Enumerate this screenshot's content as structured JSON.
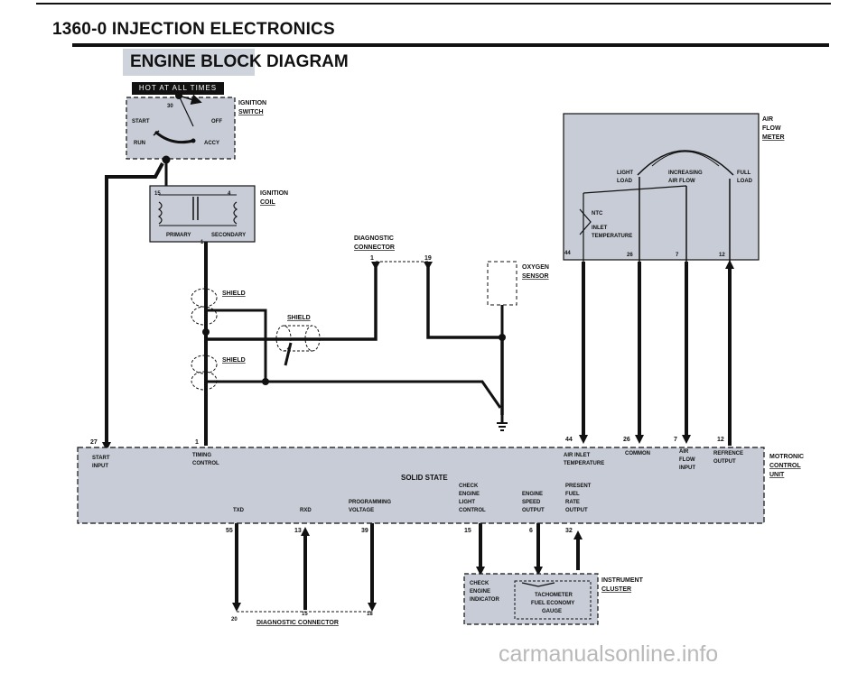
{
  "header": {
    "title": "1360-0 INJECTION ELECTRONICS",
    "section_title": "ENGINE BLOCK DIAGRAM",
    "hot_label": "HOT AT ALL TIMES"
  },
  "ignition_switch": {
    "label": [
      "IGNITION",
      "SWITCH"
    ],
    "terminal": "30",
    "positions": [
      "START",
      "OFF",
      "RUN",
      "ACCY"
    ]
  },
  "ignition_coil": {
    "label": [
      "IGNITION",
      "COIL"
    ],
    "terminal_15": "15",
    "terminal_4": "4",
    "terminal_1": "1",
    "primary": "PRIMARY",
    "secondary": "SECONDARY"
  },
  "diagnostic_connector_top": {
    "label": [
      "DIAGNOSTIC",
      "CONNECTOR"
    ],
    "pin_1": "1",
    "pin_19": "19"
  },
  "shields": [
    "SHIELD",
    "SHIELD",
    "SHIELD"
  ],
  "oxygen_sensor": {
    "label": [
      "OXYGEN",
      "SENSOR"
    ]
  },
  "air_flow_meter": {
    "label": [
      "AIR",
      "FLOW",
      "METER"
    ],
    "light_load": [
      "LIGHT",
      "LOAD"
    ],
    "increasing": [
      "INCREASING",
      "AIR FLOW"
    ],
    "full_load": [
      "FULL",
      "LOAD"
    ],
    "ntc": "NTC",
    "inlet_temp": [
      "INLET",
      "TEMPERATURE"
    ],
    "pins": [
      "44",
      "26",
      "7",
      "12"
    ]
  },
  "control_unit": {
    "label": [
      "MOTRONIC",
      "CONTROL",
      "UNIT"
    ],
    "pin_27": "27",
    "pin_1": "1",
    "start_input": [
      "START",
      "INPUT"
    ],
    "timing_control": [
      "TIMING",
      "CONTROL"
    ],
    "solid_state": "SOLID STATE",
    "programming_voltage": [
      "PROGRAMMING",
      "VOLTAGE"
    ],
    "txd": "TXD",
    "rxd": "RXD",
    "top_pins": [
      "44",
      "26",
      "7",
      "12"
    ],
    "air_inlet_temp": [
      "AIR INLET",
      "TEMPERATURE"
    ],
    "common": "COMMON",
    "air_flow_input": [
      "AIR",
      "FLOW",
      "INPUT"
    ],
    "reference_output": [
      "REFRENCE",
      "OUTPUT"
    ],
    "check_engine_light_control": [
      "CHECK",
      "ENGINE",
      "LIGHT",
      "CONTROL"
    ],
    "engine_speed_output": [
      "ENGINE",
      "SPEED",
      "OUTPUT"
    ],
    "present_fuel_rate_output": [
      "PRESENT",
      "FUEL",
      "RATE",
      "OUTPUT"
    ],
    "bottom_pins": [
      "55",
      "13",
      "39",
      "15",
      "6",
      "32"
    ]
  },
  "diagnostic_connector_bottom": {
    "label": "DIAGNOSTIC CONNECTOR",
    "pins": [
      "20",
      "15",
      "18"
    ]
  },
  "instrument_cluster": {
    "label": [
      "INSTRUMENT",
      "CLUSTER"
    ],
    "check_engine_indicator": [
      "CHECK",
      "ENGINE",
      "INDICATOR"
    ],
    "gauges": [
      "TACHOMETER",
      "FUEL ECONOMY",
      "GAUGE"
    ]
  },
  "watermark": "carmanualsonline.info",
  "colors": {
    "ink": "#111111",
    "box_fill": "#c7ccd6",
    "watermark": "#b9b9b9"
  }
}
